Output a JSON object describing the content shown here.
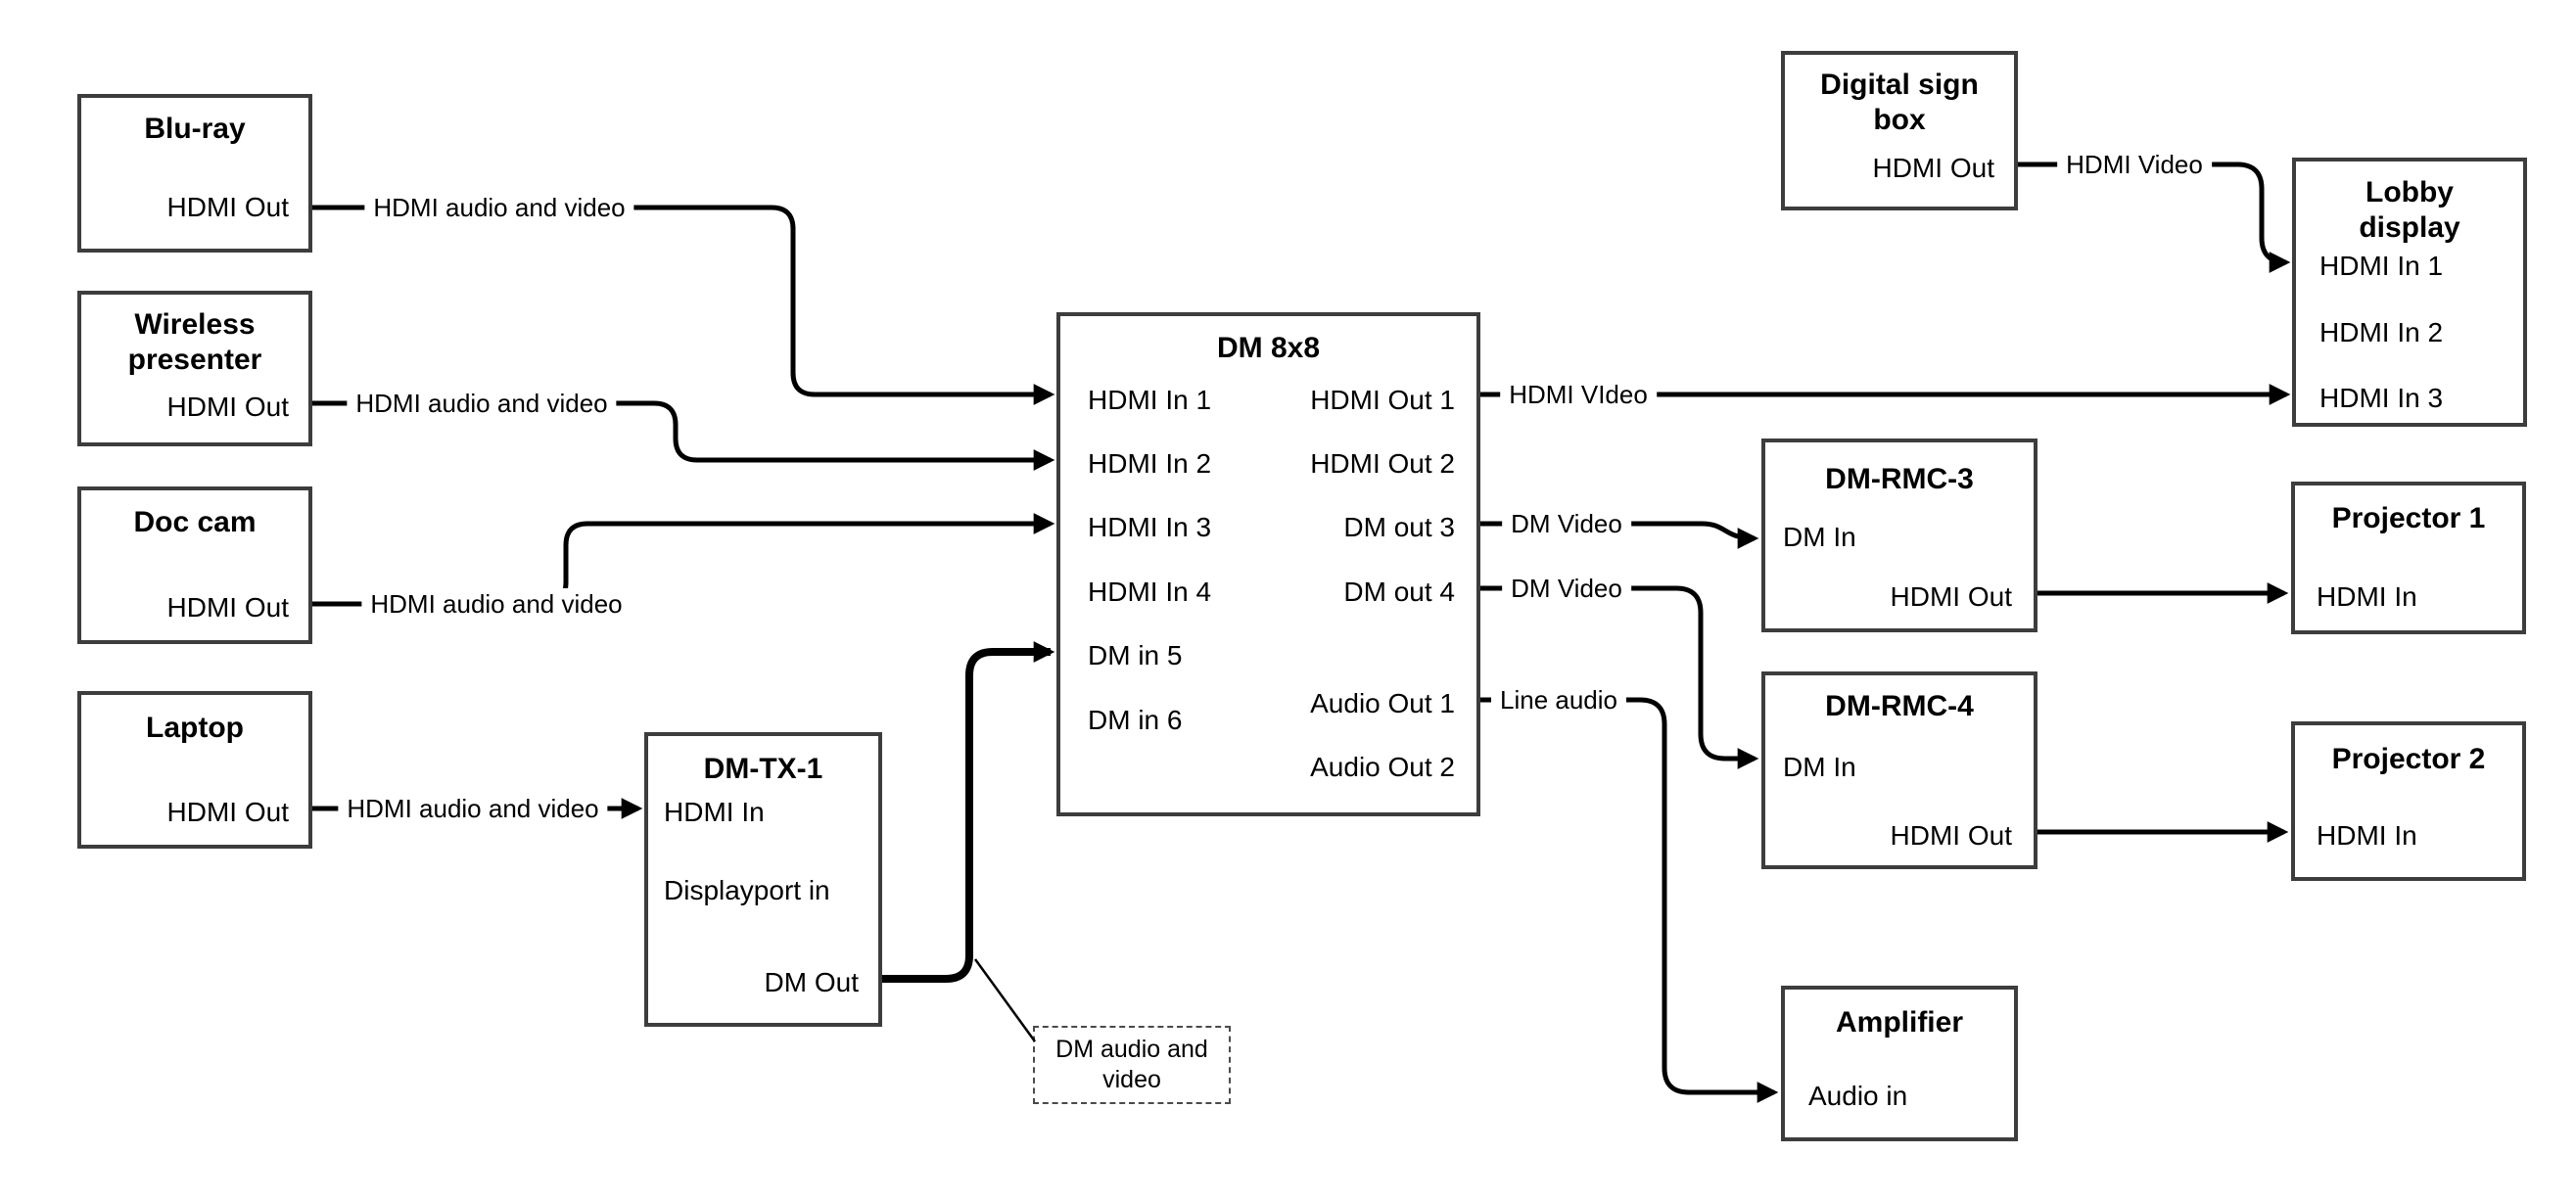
{
  "diagram": {
    "nodes": {
      "blu_ray": {
        "title": "Blu-ray",
        "port_hdmi_out": "HDMI Out"
      },
      "wireless_presenter": {
        "title": "Wireless presenter",
        "port_hdmi_out": "HDMI Out"
      },
      "doc_cam": {
        "title": "Doc cam",
        "port_hdmi_out": "HDMI Out"
      },
      "laptop": {
        "title": "Laptop",
        "port_hdmi_out": "HDMI Out"
      },
      "dm_tx_1": {
        "title": "DM-TX-1",
        "port_hdmi_in": "HDMI In",
        "port_displayport_in": "Displayport in",
        "port_dm_out": "DM Out"
      },
      "dm_8x8": {
        "title": "DM 8x8",
        "port_hdmi_in_1": "HDMI In 1",
        "port_hdmi_in_2": "HDMI In 2",
        "port_hdmi_in_3": "HDMI In 3",
        "port_hdmi_in_4": "HDMI In 4",
        "port_dm_in_5": "DM in 5",
        "port_dm_in_6": "DM in 6",
        "port_hdmi_out_1": "HDMI Out 1",
        "port_hdmi_out_2": "HDMI Out 2",
        "port_dm_out_3": "DM out 3",
        "port_dm_out_4": "DM out 4",
        "port_audio_out_1": "Audio Out 1",
        "port_audio_out_2": "Audio Out 2"
      },
      "digital_sign_box": {
        "title": "Digital sign box",
        "port_hdmi_out": "HDMI Out"
      },
      "lobby_display": {
        "title": "Lobby display",
        "port_hdmi_in_1": "HDMI In 1",
        "port_hdmi_in_2": "HDMI In 2",
        "port_hdmi_in_3": "HDMI In 3"
      },
      "dm_rmc_3": {
        "title": "DM-RMC-3",
        "port_dm_in": "DM In",
        "port_hdmi_out": "HDMI Out"
      },
      "projector_1": {
        "title": "Projector 1",
        "port_hdmi_in": "HDMI In"
      },
      "dm_rmc_4": {
        "title": "DM-RMC-4",
        "port_dm_in": "DM In",
        "port_hdmi_out": "HDMI Out"
      },
      "projector_2": {
        "title": "Projector 2",
        "port_hdmi_in": "HDMI In"
      },
      "amplifier": {
        "title": "Amplifier",
        "port_audio_in": "Audio in"
      }
    },
    "edge_labels": {
      "bluray_to_dm8x8": "HDMI audio and video",
      "wireless_to_dm8x8": "HDMI audio and video",
      "doccam_to_dm8x8": "HDMI audio and video",
      "laptop_to_dmtx1": "HDMI audio and video",
      "digitalsign_to_lobby": "HDMI Video",
      "dm8x8_to_lobby": "HDMI VIdeo",
      "dmout3_to_rmc3": "DM Video",
      "dmout4_to_rmc4": "DM Video",
      "audioout1_to_amp": "Line audio"
    },
    "callout": {
      "text": "DM audio and video"
    },
    "colors": {
      "line": "#000000",
      "box_border": "#3d3d3d",
      "text": "#000000",
      "background": "#ffffff"
    }
  }
}
